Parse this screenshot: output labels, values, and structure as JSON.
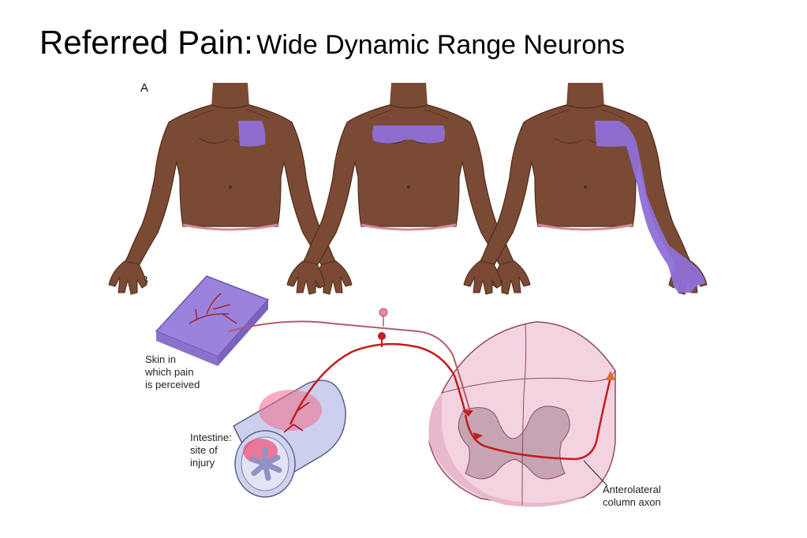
{
  "title": {
    "main": "Referred Pain:",
    "sub": "Wide Dynamic Range Neurons"
  },
  "panels": {
    "a": "A",
    "b": "B"
  },
  "labels": {
    "skin": [
      "Skin in",
      "which pain",
      "is perceived"
    ],
    "intestine": [
      "Intestine:",
      "site of",
      "injury"
    ],
    "axon": [
      "Anterolateral",
      "column axon"
    ]
  },
  "colors": {
    "skin_tone": "#7a4a34",
    "pain_region": "#8f6fd8",
    "injury": "#f0507a",
    "neuron": "#c21d1d",
    "cord": "#f3d3df"
  }
}
